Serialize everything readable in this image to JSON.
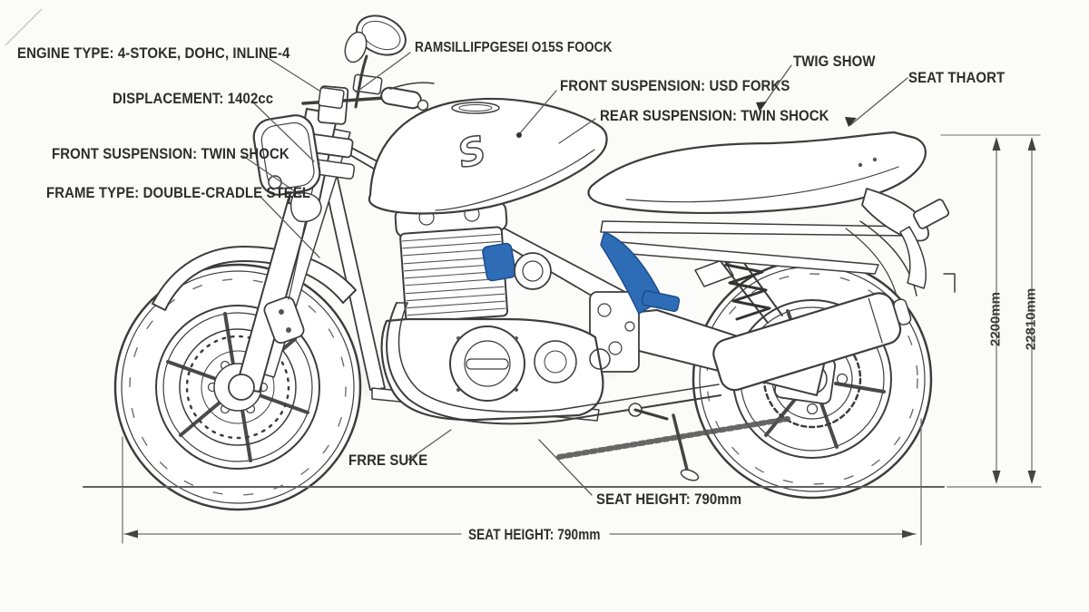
{
  "callouts": {
    "engine_type": "ENGINE TYPE: 4-STOKE, DOHC, INLINE-4",
    "displacement": "DISPLACEMENT: 1402cc",
    "front_suspension_twin": "FRONT SUSPENSION: TWIN SHOCK",
    "frame_type": "FRAME TYPE: DOUBLE-CRADLE STEEL",
    "handlebar_garbled": "RAMSILLIFPGESEI O15S FOOCK",
    "front_suspension_usd": "FRONT SUSPENSION: USD FORKS",
    "rear_suspension_twin": "REAR SUSPENSION: TWIN SHOCK",
    "twig_show": "TWIG SHOW",
    "seat_thaort": "SEAT THAORT",
    "exhaust_garbled": "FRRE SUKE",
    "seat_height_callout": "SEAT HEIGHT: 790mm"
  },
  "dimensions": {
    "overall_length": "SEAT HEIGHT: 790mm",
    "height_inner": "2200mm",
    "height_outer": "22810mm"
  },
  "tank_logo": "S",
  "colors": {
    "line": "#3d3d3d",
    "accent_blue": "#2e6cb5",
    "accent_blue_dark": "#1c4e8e",
    "label_text": "#2e2e2e",
    "dim_line": "#6b6b6b",
    "background": "#fbfbf9"
  }
}
